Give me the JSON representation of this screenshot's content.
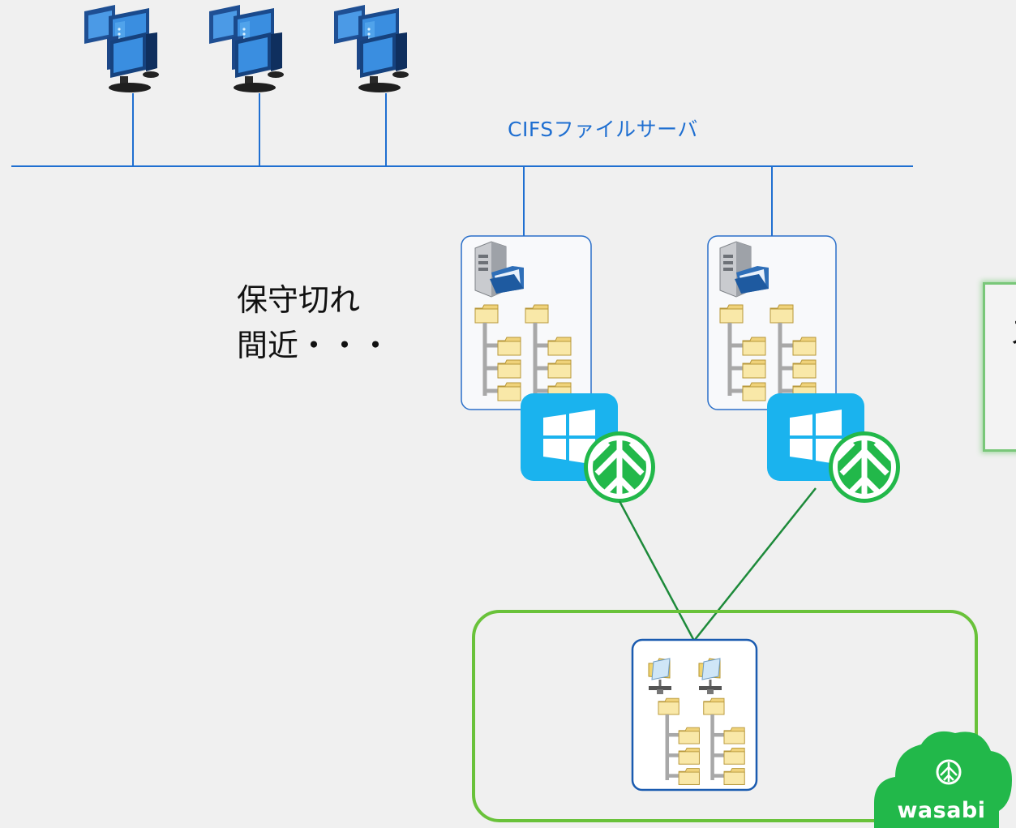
{
  "diagram": {
    "network_label": "CIFSファイルサーバ",
    "note_lines": [
      "保守切れ",
      "間近・・・"
    ],
    "callout_text": "ス",
    "brand_name": "wasabi"
  },
  "icons": [
    "desktop-pc-icon",
    "file-server-icon",
    "folder-tree-icon",
    "windows-logo-icon",
    "wasabi-emblem-icon",
    "network-folder-icon",
    "wasabi-cloud-icon"
  ],
  "colors": {
    "background": "#f0f0f0",
    "network_line": "#1f6fd1",
    "server_box_border": "#2a6fc9",
    "cloud_link": "#1d8a3a",
    "cloud_bucket_border": "#69c23a",
    "windows_tile": "#1ab3ee",
    "wasabi_green": "#22b84a"
  }
}
